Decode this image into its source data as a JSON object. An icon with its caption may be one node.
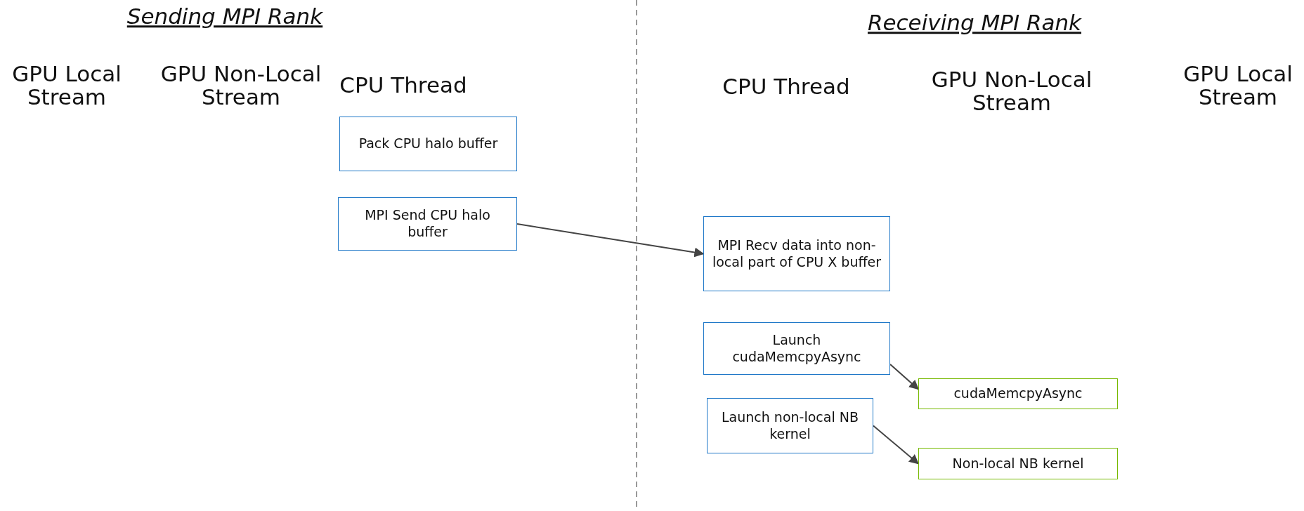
{
  "diagram": {
    "nodes": [
      {
        "text": [
          "Pack CPU halo buffer"
        ]
      },
      {
        "text": [
          "MPI Send CPU halo buffer"
        ]
      },
      {
        "text": [
          "MPI Recv data into non-local part of CPU X buffer"
        ]
      },
      {
        "text": [
          "Launch cudaMemcpyAsync"
        ]
      },
      {
        "text": [
          "cudaMemcpyAsync"
        ]
      },
      {
        "text": [
          "Launch non-local NB kernel"
        ]
      },
      {
        "text": [
          "Non-local NB kernel"
        ]
      }
    ],
    "edges": [
      {
        "from": 1,
        "to": 2,
        "arrow": "to"
      },
      {
        "from": 3,
        "to": 4,
        "arrow": "to"
      },
      {
        "from": 5,
        "to": 6,
        "arrow": "to"
      }
    ],
    "labels": [
      "Sending MPI Rank",
      "Receiving MPI Rank",
      "GPU Local Stream",
      "GPU Non-Local Stream",
      "CPU Thread",
      "CPU Thread",
      "GPU Non-Local Stream",
      "GPU Local Stream"
    ]
  }
}
